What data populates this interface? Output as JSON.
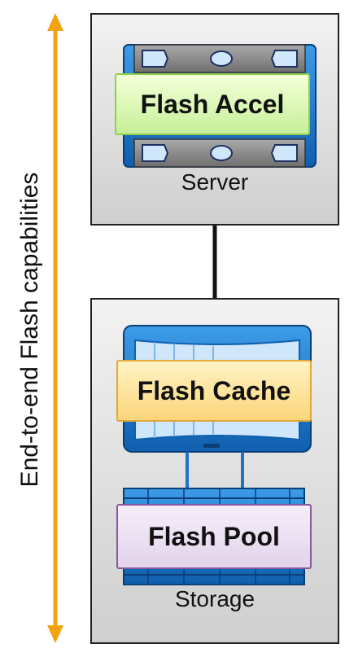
{
  "side_label": "End-to-end Flash capabilities",
  "server": {
    "label": "Server",
    "tag": "Flash Accel"
  },
  "storage": {
    "label": "Storage",
    "cache_tag": "Flash Cache",
    "pool_tag": "Flash Pool"
  },
  "colors": {
    "arrow": "#f2a30f",
    "panel_fill": "#dcdcdc",
    "accel_fill": "#d6f7ad",
    "cache_fill": "#fbdc8c",
    "pool_fill": "#e6d8ee",
    "hardware_blue": "#1e73c8"
  },
  "icons": [
    "server-rack-icon",
    "storage-controller-icon",
    "disk-shelf-icon",
    "double-arrow-icon"
  ]
}
